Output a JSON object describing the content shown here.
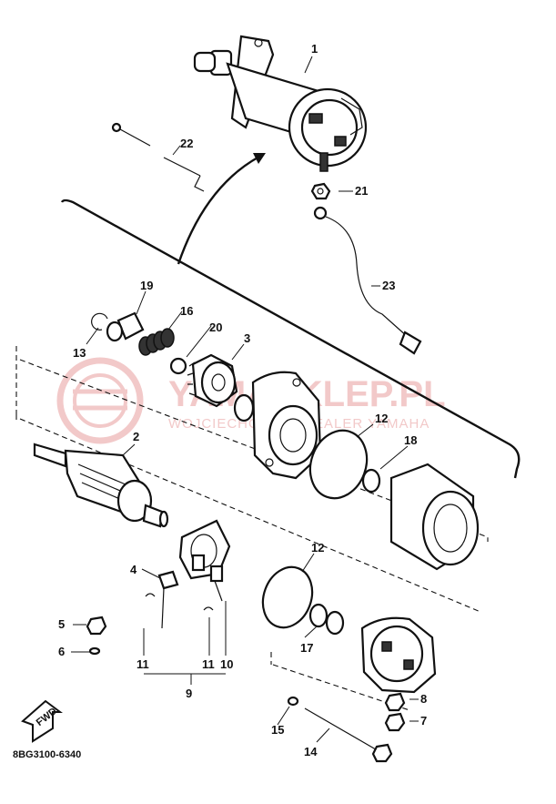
{
  "diagram_code": "8BG3100-6340",
  "fwd_label": "FWD",
  "watermark": {
    "brand": "YAMASKLEP.PL",
    "subtitle": "WOJCIECHOWSKI DEALER YAMAHA"
  },
  "callouts": [
    "1",
    "2",
    "3",
    "4",
    "5",
    "6",
    "7",
    "8",
    "9",
    "10",
    "11",
    "11",
    "12",
    "12",
    "13",
    "14",
    "15",
    "16",
    "17",
    "18",
    "19",
    "20",
    "21",
    "22",
    "23"
  ]
}
